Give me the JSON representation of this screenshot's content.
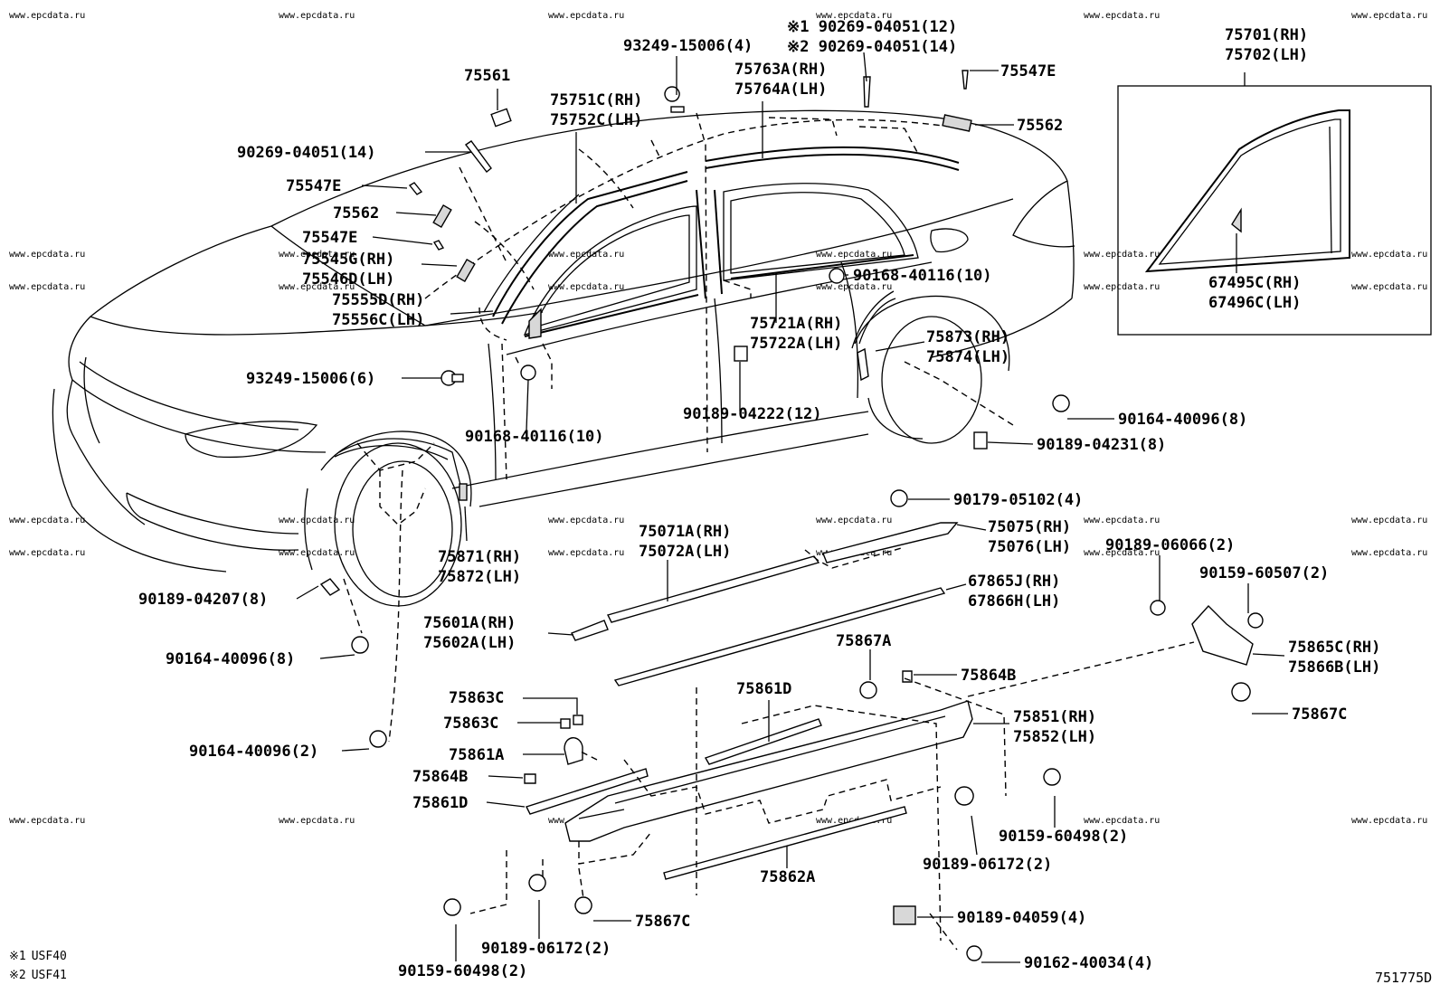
{
  "watermark": "www.epcdata.ru",
  "diagram_code": "751775D",
  "notes": [
    {
      "mark": "※1",
      "text": "USF40"
    },
    {
      "mark": "※2",
      "text": "USF41"
    }
  ],
  "callouts": [
    {
      "id": "c1",
      "lines": [
        "75561"
      ]
    },
    {
      "id": "c2",
      "lines": [
        "93249-15006(4)"
      ]
    },
    {
      "id": "c3",
      "lines": [
        "※1 90269-04051(12)",
        "※2 90269-04051(14)"
      ]
    },
    {
      "id": "c4",
      "lines": [
        "75547E"
      ]
    },
    {
      "id": "c5",
      "lines": [
        "75751C(RH)",
        "75752C(LH)"
      ]
    },
    {
      "id": "c6",
      "lines": [
        "75763A(RH)",
        "75764A(LH)"
      ]
    },
    {
      "id": "c7",
      "lines": [
        "75562"
      ]
    },
    {
      "id": "c8",
      "lines": [
        "90269-04051(14)"
      ]
    },
    {
      "id": "c9",
      "lines": [
        "75547E"
      ]
    },
    {
      "id": "c10",
      "lines": [
        "75562"
      ]
    },
    {
      "id": "c11",
      "lines": [
        "75547E"
      ]
    },
    {
      "id": "c12",
      "lines": [
        "75545G(RH)",
        "75546D(LH)"
      ]
    },
    {
      "id": "c13",
      "lines": [
        "75555D(RH)",
        "75556C(LH)"
      ]
    },
    {
      "id": "c14",
      "lines": [
        "90168-40116(10)"
      ]
    },
    {
      "id": "c15",
      "lines": [
        "75721A(RH)",
        "75722A(LH)"
      ]
    },
    {
      "id": "c16",
      "lines": [
        "75873(RH)",
        "75874(LH)"
      ]
    },
    {
      "id": "c17",
      "lines": [
        "93249-15006(6)"
      ]
    },
    {
      "id": "c18",
      "lines": [
        "90189-04222(12)"
      ]
    },
    {
      "id": "c19",
      "lines": [
        "90168-40116(10)"
      ]
    },
    {
      "id": "c20",
      "lines": [
        "90164-40096(8)"
      ]
    },
    {
      "id": "c21",
      "lines": [
        "90189-04231(8)"
      ]
    },
    {
      "id": "c22",
      "lines": [
        "90179-05102(4)"
      ]
    },
    {
      "id": "c23",
      "lines": [
        "75071A(RH)",
        "75072A(LH)"
      ]
    },
    {
      "id": "c24",
      "lines": [
        "75075(RH)",
        "75076(LH)"
      ]
    },
    {
      "id": "c25",
      "lines": [
        "90189-06066(2)"
      ]
    },
    {
      "id": "c26",
      "lines": [
        "75871(RH)",
        "75872(LH)"
      ]
    },
    {
      "id": "c27",
      "lines": [
        "90159-60507(2)"
      ]
    },
    {
      "id": "c28",
      "lines": [
        "67865J(RH)",
        "67866H(LH)"
      ]
    },
    {
      "id": "c29",
      "lines": [
        "90189-04207(8)"
      ]
    },
    {
      "id": "c30",
      "lines": [
        "75601A(RH)",
        "75602A(LH)"
      ]
    },
    {
      "id": "c31",
      "lines": [
        "90164-40096(8)"
      ]
    },
    {
      "id": "c32",
      "lines": [
        "75867A"
      ]
    },
    {
      "id": "c33",
      "lines": [
        "75865C(RH)",
        "75866B(LH)"
      ]
    },
    {
      "id": "c34",
      "lines": [
        "75864B"
      ]
    },
    {
      "id": "c35",
      "lines": [
        "75863C"
      ]
    },
    {
      "id": "c36",
      "lines": [
        "75861D"
      ]
    },
    {
      "id": "c37",
      "lines": [
        "75863C"
      ]
    },
    {
      "id": "c38",
      "lines": [
        "75851(RH)",
        "75852(LH)"
      ]
    },
    {
      "id": "c39",
      "lines": [
        "75867C"
      ]
    },
    {
      "id": "c40",
      "lines": [
        "90164-40096(2)"
      ]
    },
    {
      "id": "c41",
      "lines": [
        "75861A"
      ]
    },
    {
      "id": "c42",
      "lines": [
        "75864B"
      ]
    },
    {
      "id": "c43",
      "lines": [
        "75861D"
      ]
    },
    {
      "id": "c44",
      "lines": [
        "90159-60498(2)"
      ]
    },
    {
      "id": "c45",
      "lines": [
        "90189-06172(2)"
      ]
    },
    {
      "id": "c46",
      "lines": [
        "75862A"
      ]
    },
    {
      "id": "c47",
      "lines": [
        "75867C"
      ]
    },
    {
      "id": "c48",
      "lines": [
        "90189-04059(4)"
      ]
    },
    {
      "id": "c49",
      "lines": [
        "90189-06172(2)"
      ]
    },
    {
      "id": "c50",
      "lines": [
        "90159-60498(2)"
      ]
    },
    {
      "id": "c51",
      "lines": [
        "90162-40034(4)"
      ]
    },
    {
      "id": "c52",
      "lines": [
        "75701(RH)",
        "75702(LH)"
      ]
    },
    {
      "id": "c53",
      "lines": [
        "67495C(RH)",
        "67496C(LH)"
      ]
    }
  ]
}
